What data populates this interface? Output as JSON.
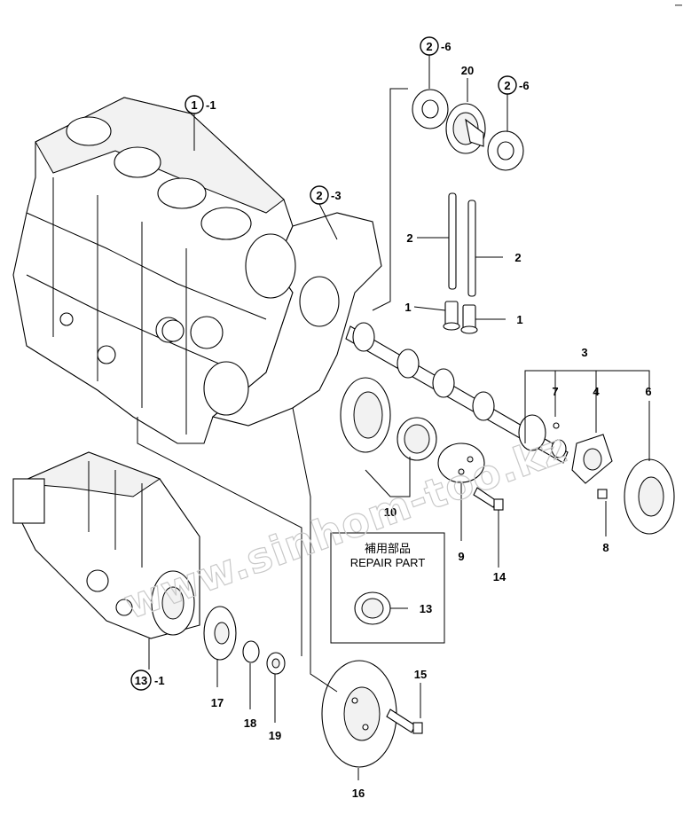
{
  "callouts": {
    "c1_1": {
      "ref": "1",
      "suffix": "-1"
    },
    "c2_3": {
      "ref": "2",
      "suffix": "-3"
    },
    "c2_6a": {
      "ref": "2",
      "suffix": "-6"
    },
    "c2_6b": {
      "ref": "2",
      "suffix": "-6"
    },
    "c13_1": {
      "ref": "13",
      "suffix": "-1"
    }
  },
  "labels": {
    "p20": "20",
    "p2a": "2",
    "p2b": "2",
    "p1a": "1",
    "p1b": "1",
    "p3": "3",
    "p7": "7",
    "p4": "4",
    "p6": "6",
    "p8": "8",
    "p10": "10",
    "p9": "9",
    "p14": "14",
    "p13": "13",
    "p15": "15",
    "p16": "16",
    "p17": "17",
    "p18": "18",
    "p19": "19"
  },
  "repair_box": {
    "title_jp": "補用部品",
    "title_en": "REPAIR PART"
  },
  "watermark": "www.sinhom-too.kz",
  "corner_mark": "ー"
}
